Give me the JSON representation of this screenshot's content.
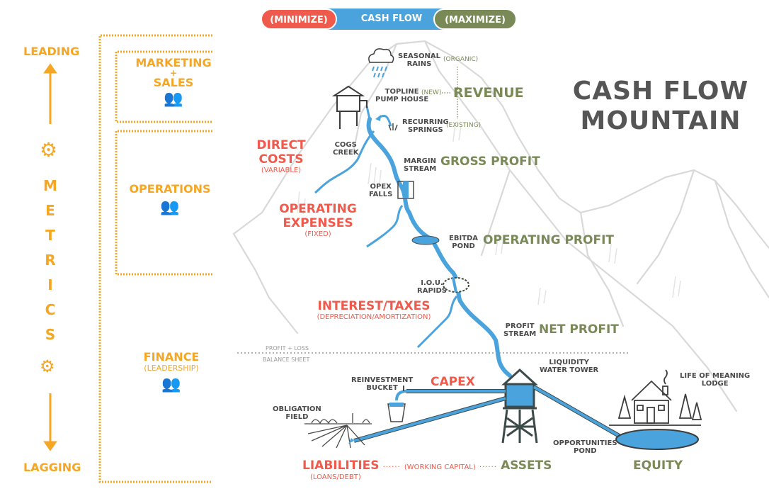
{
  "header": {
    "pill_left": "(MINIMIZE)",
    "pill_center": "CASH FLOW",
    "pill_right": "(MAXIMIZE)"
  },
  "title": {
    "line1": "CASH FLOW",
    "line2": "MOUNTAIN"
  },
  "metrics_rail": {
    "top_label": "LEADING",
    "bottom_label": "LAGGING",
    "letters": [
      "M",
      "E",
      "T",
      "R",
      "I",
      "C",
      "S"
    ],
    "top_icon": "gears-icon",
    "bottom_icon": "gears-icon"
  },
  "departments": [
    {
      "name": "MARKETING",
      "plus": "+",
      "name2": "SALES",
      "icon": "team-icon"
    },
    {
      "name": "OPERATIONS",
      "icon": "team-icon"
    },
    {
      "name": "FINANCE",
      "sub": "(LEADERSHIP)",
      "icon": "team-icon"
    }
  ],
  "sources": {
    "seasonal_rains": {
      "line1": "SEASONAL",
      "line2": "RAINS",
      "tag": "(ORGANIC)"
    },
    "pump_house": {
      "line1": "TOPLINE",
      "line2": "PUMP HOUSE",
      "tag": "(NEW)"
    },
    "springs": {
      "line1": "RECURRING",
      "line2": "SPRINGS",
      "tag": "(EXISTING)"
    }
  },
  "revenue": "REVENUE",
  "flow": {
    "cogs_creek": {
      "line1": "COGS",
      "line2": "CREEK"
    },
    "margin_stream": {
      "line1": "MARGIN",
      "line2": "STREAM"
    },
    "opex_falls": {
      "line1": "OPEX",
      "line2": "FALLS"
    },
    "ebitda_pond": {
      "line1": "EBITDA",
      "line2": "POND"
    },
    "iou_rapids": {
      "line1": "I.O.U.",
      "line2": "RAPIDS"
    },
    "profit_stream": {
      "line1": "PROFIT",
      "line2": "STREAM"
    }
  },
  "costs": {
    "direct": {
      "label": "DIRECT COSTS",
      "sub": "(VARIABLE)"
    },
    "operating": {
      "label": "OPERATING EXPENSES",
      "sub": "(FIXED)"
    },
    "interest": {
      "label": "INTEREST/TAXES",
      "sub": "(DEPRECIATION/AMORTIZATION)"
    }
  },
  "profits": {
    "gross": "GROSS PROFIT",
    "operating": "OPERATING PROFIT",
    "net": "NET PROFIT"
  },
  "divider": {
    "above": "PROFIT + LOSS",
    "below": "BALANCE SHEET"
  },
  "balance": {
    "water_tower": {
      "line1": "LIQUIDITY",
      "line2": "WATER TOWER"
    },
    "bucket": {
      "line1": "REINVESTMENT",
      "line2": "BUCKET"
    },
    "capex": "CAPEX",
    "obligation": {
      "line1": "OBLIGATION",
      "line2": "FIELD"
    },
    "lodge": {
      "line1": "LIFE OF MEANING",
      "line2": "LODGE"
    },
    "pond": {
      "line1": "OPPORTUNITIES",
      "line2": "POND"
    },
    "liabilities": "LIABILITIES",
    "liabilities_sub": "(LOANS/DEBT)",
    "working_capital": "(WORKING CAPITAL)",
    "assets": "ASSETS",
    "equity": "EQUITY"
  },
  "colors": {
    "minimize": "#ef5a4c",
    "cash_flow": "#4aa3dc",
    "maximize": "#7a8a57",
    "metrics": "#f5a623",
    "labels": "#4a4a4a"
  }
}
